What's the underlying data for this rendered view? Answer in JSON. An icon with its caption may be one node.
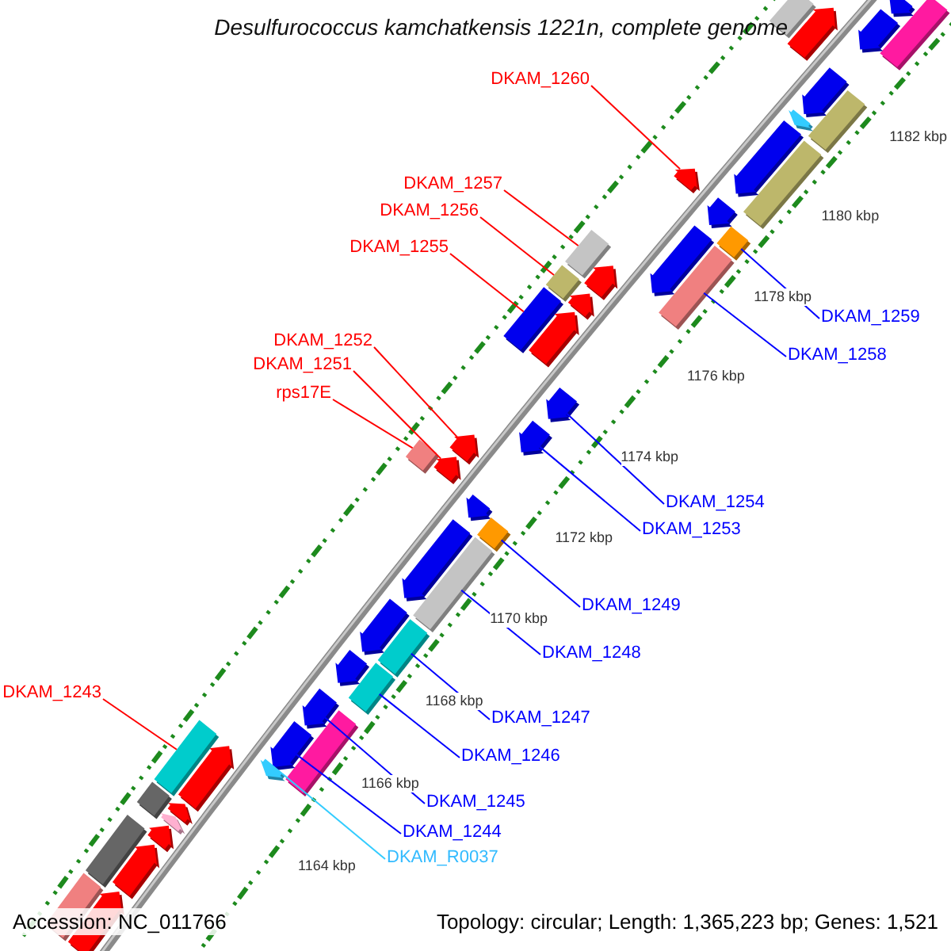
{
  "diagram": {
    "title": "Desulfurococcus kamchatkensis 1221n, complete genome",
    "nodes": [
      {
        "text": [
          "DKAM_1260"
        ]
      },
      {
        "text": [
          "DKAM_1257"
        ]
      },
      {
        "text": [
          "DKAM_1256"
        ]
      },
      {
        "text": [
          "DKAM_1255"
        ]
      },
      {
        "text": [
          "DKAM_1259"
        ]
      },
      {
        "text": [
          "DKAM_1252"
        ]
      },
      {
        "text": [
          "DKAM_1258"
        ]
      },
      {
        "text": [
          "DKAM_1251"
        ]
      },
      {
        "text": [
          "rps17E"
        ]
      },
      {
        "text": [
          "DKAM_1254"
        ]
      },
      {
        "text": [
          "DKAM_1253"
        ]
      },
      {
        "text": [
          "DKAM_1249"
        ]
      },
      {
        "text": [
          "DKAM_1248"
        ]
      },
      {
        "text": [
          "DKAM_1243"
        ]
      },
      {
        "text": [
          "DKAM_1247"
        ]
      },
      {
        "text": [
          "DKAM_1246"
        ]
      },
      {
        "text": [
          "DKAM_1245"
        ]
      },
      {
        "text": [
          "DKAM_1244"
        ]
      },
      {
        "text": [
          "DKAM_R0037"
        ]
      },
      {
        "text": [],
        "shape": "pentagon"
      },
      {
        "text": [],
        "shape": "bar"
      },
      {
        "text": [],
        "shape": "pentagon"
      },
      {
        "text": [],
        "shape": "bar"
      },
      {
        "text": [],
        "shape": "pentagon"
      },
      {
        "text": [],
        "shape": "pentagon"
      },
      {
        "text": [],
        "shape": "bar"
      },
      {
        "text": [],
        "shape": "pentagon"
      },
      {
        "text": [],
        "shape": "bar"
      },
      {
        "text": [],
        "shape": "pentagon"
      },
      {
        "text": [],
        "shape": "pentagon"
      },
      {
        "text": [],
        "shape": "pentagon"
      },
      {
        "text": [],
        "shape": "bar"
      },
      {
        "text": [],
        "shape": "pentagon"
      },
      {
        "text": [],
        "shape": "bar"
      },
      {
        "text": [],
        "shape": "bar"
      },
      {
        "text": [],
        "shape": "pentagon"
      },
      {
        "text": [],
        "shape": "bar"
      },
      {
        "text": [],
        "shape": "pentagon"
      },
      {
        "text": [],
        "shape": "bar"
      },
      {
        "text": [],
        "shape": "pentagon"
      },
      {
        "text": [],
        "shape": "pentagon"
      },
      {
        "text": [],
        "shape": "pentagon"
      },
      {
        "text": [],
        "shape": "pentagon"
      },
      {
        "text": [],
        "shape": "pentagon"
      },
      {
        "text": [],
        "shape": "bar"
      },
      {
        "text": [],
        "shape": "pentagon"
      },
      {
        "text": [],
        "shape": "bar"
      },
      {
        "text": [],
        "shape": "pentagon"
      },
      {
        "text": [],
        "shape": "bar"
      },
      {
        "text": [],
        "shape": "pentagon"
      },
      {
        "text": [],
        "shape": "bar"
      },
      {
        "text": [],
        "shape": "pentagon"
      },
      {
        "text": [],
        "shape": "bar"
      },
      {
        "text": [],
        "shape": "pentagon"
      },
      {
        "text": [],
        "shape": "bar"
      },
      {
        "text": [],
        "shape": "pentagon"
      },
      {
        "text": [],
        "shape": "pentagon"
      },
      {
        "text": [],
        "shape": "pentagon"
      },
      {
        "text": [],
        "shape": "bar"
      },
      {
        "text": [],
        "shape": "pentagon"
      },
      {
        "text": [],
        "shape": "bar"
      },
      {
        "text": [],
        "shape": "pentagon"
      },
      {
        "text": [],
        "shape": "pentagon"
      },
      {
        "text": [],
        "shape": "bar"
      },
      {
        "text": [],
        "shape": "pentagon"
      },
      {
        "text": [],
        "shape": "pentagon"
      },
      {
        "text": [],
        "shape": "bar"
      }
    ],
    "edges": [
      {
        "from": 0,
        "to": 29,
        "arrow": "none",
        "color": "#ff0000"
      },
      {
        "from": 1,
        "to": 34,
        "arrow": "none",
        "color": "#ff0000"
      },
      {
        "from": 2,
        "to": 36,
        "arrow": "none",
        "color": "#ff0000"
      },
      {
        "from": 3,
        "to": 38,
        "arrow": "none",
        "color": "#ff0000"
      },
      {
        "from": 4,
        "to": 31,
        "arrow": "none"
      },
      {
        "from": 5,
        "to": 42,
        "arrow": "none",
        "color": "#ff0000"
      },
      {
        "from": 6,
        "to": 33,
        "arrow": "none"
      },
      {
        "from": 7,
        "to": 43,
        "arrow": "none",
        "color": "#ff0000"
      },
      {
        "from": 8,
        "to": 44,
        "arrow": "none",
        "color": "#ff0000"
      },
      {
        "from": 9,
        "to": 40,
        "arrow": "none"
      },
      {
        "from": 10,
        "to": 41,
        "arrow": "none"
      },
      {
        "from": 11,
        "to": 46,
        "arrow": "none"
      },
      {
        "from": 12,
        "to": 48,
        "arrow": "none"
      },
      {
        "from": 13,
        "to": 58,
        "arrow": "none",
        "color": "#ff0000"
      },
      {
        "from": 14,
        "to": 50,
        "arrow": "none"
      },
      {
        "from": 15,
        "to": 52,
        "arrow": "none"
      },
      {
        "from": 16,
        "to": 53,
        "arrow": "none"
      },
      {
        "from": 17,
        "to": 55,
        "arrow": "none"
      },
      {
        "from": 18,
        "to": 56,
        "arrow": "none",
        "color": "#33ccff"
      }
    ],
    "labels": [
      "1182 kbp",
      "1180 kbp",
      "1178 kbp",
      "1176 kbp",
      "1174 kbp",
      "1172 kbp",
      "1170 kbp",
      "1168 kbp",
      "1166 kbp",
      "1164 kbp",
      "Accession: NC_011766",
      "Topology: circular; Length: 1,365,223 bp; Genes: 1,521"
    ]
  }
}
